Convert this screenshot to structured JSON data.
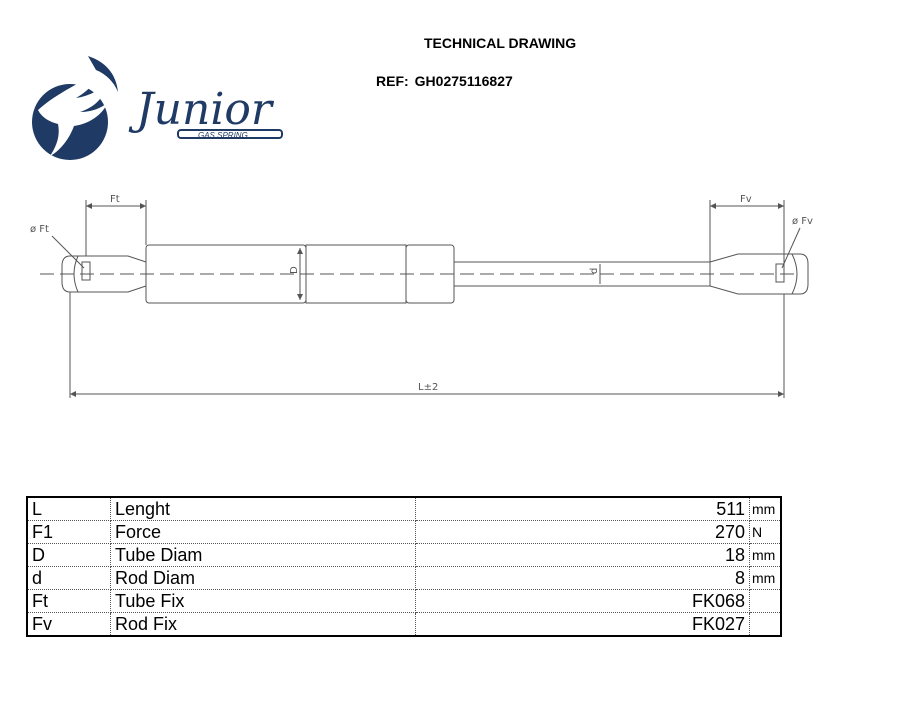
{
  "header": {
    "title": "TECHNICAL DRAWING",
    "ref_label": "REF:",
    "ref_value": "GH0275116827"
  },
  "logo": {
    "brand": "Junior",
    "tagline": "GAS SPRING",
    "brand_color": "#1f3a64"
  },
  "drawing": {
    "ft_label": "Ft",
    "fv_label": "Fv",
    "phi_ft_label": "ø Ft",
    "phi_fv_label": "ø Fv",
    "tube_dim_label": "D",
    "rod_dim_label": "d",
    "length_label": "L±2",
    "line_color": "#555555"
  },
  "specs": {
    "rows": [
      {
        "symbol": "L",
        "label": "Lenght",
        "value": "511",
        "unit": "mm"
      },
      {
        "symbol": "F1",
        "label": "Force",
        "value": "270",
        "unit": "N"
      },
      {
        "symbol": "D",
        "label": "Tube Diam",
        "value": "18",
        "unit": "mm"
      },
      {
        "symbol": "d",
        "label": "Rod Diam",
        "value": "8",
        "unit": "mm"
      },
      {
        "symbol": "Ft",
        "label": "Tube Fix",
        "value": "FK068",
        "unit": ""
      },
      {
        "symbol": "Fv",
        "label": "Rod Fix",
        "value": "FK027",
        "unit": ""
      }
    ]
  }
}
